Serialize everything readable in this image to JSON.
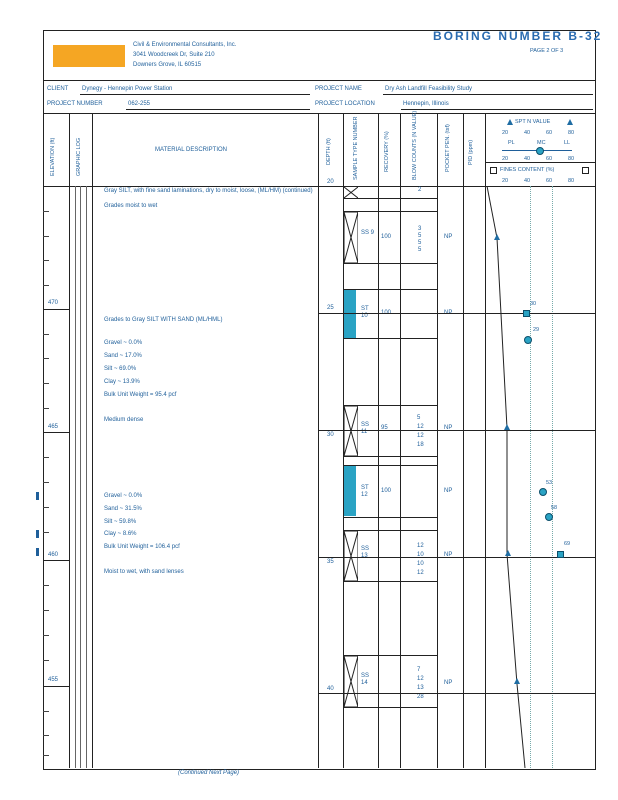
{
  "header": {
    "company_lines": [
      "Civil & Environmental Consultants, Inc.",
      "3041 Woodcreek Dr, Suite 210",
      "Downers Grove, IL 60515"
    ],
    "title": "BORING NUMBER B-32",
    "page_label": "PAGE 2 OF 3",
    "logo_color": "#f5a623"
  },
  "project_info": {
    "client_label": "CLIENT",
    "client_value": "Dynegy - Hennepin Power Station",
    "project_name_label": "PROJECT NAME",
    "project_name_value": "Dry Ash Landfill Feasibility Study",
    "project_number_label": "PROJECT NUMBER",
    "project_number_value": "062-255",
    "project_location_label": "PROJECT LOCATION",
    "project_location_value": "Hennepin, Illinois"
  },
  "columns": {
    "elevation": "ELEVATION (ft)",
    "graphic_log": "GRAPHIC LOG",
    "material": "MATERIAL DESCRIPTION",
    "depth": "DEPTH (ft)",
    "sample_type": "SAMPLE TYPE NUMBER",
    "recovery": "RECOVERY (%)",
    "blow_counts": "BLOW COUNTS (N VALUE)",
    "pocket_pen": "POCKET PEN. (tsf)",
    "pid": "PID (ppm)",
    "spt_label": "SPT N VALUE",
    "pl": "PL",
    "mc": "MC",
    "ll": "LL",
    "fines_label": "FINES CONTENT (%)",
    "scale_ticks": [
      "20",
      "40",
      "60",
      "80"
    ]
  },
  "depth_start": "20",
  "elevation_labels": [
    "470",
    "465",
    "460",
    "455"
  ],
  "depth_labels": [
    "25",
    "30",
    "35",
    "40"
  ],
  "descriptions": [
    "Gray SILT, with fine sand laminations, dry to moist, loose, (ML/HM) (continued)",
    "Grades moist to wet",
    "Grades to Gray SILT WITH SAND (ML/HML)",
    "Gravel ~ 0.0%",
    "Sand ~ 17.0%",
    "Silt ~ 69.0%",
    "Clay ~ 13.9%",
    "Bulk Unit Weight = 95.4 pcf",
    "Medium dense",
    "Gravel ~ 0.0%",
    "Sand ~ 31.5%",
    "Silt ~ 59.8%",
    "Clay ~ 8.6%",
    "Bulk Unit Weight = 106.4 pcf",
    "Moist to wet, with sand lenses"
  ],
  "samples": [
    {
      "id": "SS 9",
      "recovery": "100",
      "blows": [
        "3",
        "5",
        "5",
        "5"
      ],
      "pp": "NP"
    },
    {
      "id": "ST 10",
      "recovery": "100",
      "blows": [],
      "pp": "NP"
    },
    {
      "id": "SS 11",
      "recovery": "95",
      "blows": [
        "5",
        "12",
        "12",
        "18"
      ],
      "pp": "NP"
    },
    {
      "id": "ST 12",
      "recovery": "100",
      "blows": [],
      "pp": "NP"
    },
    {
      "id": "SS 13",
      "recovery": "",
      "blows": [
        "12",
        "10",
        "10",
        "12"
      ],
      "pp": "NP"
    },
    {
      "id": "SS 14",
      "recovery": "",
      "blows": [
        "7",
        "12",
        "13",
        "28"
      ],
      "pp": "NP"
    }
  ],
  "top_blow": "2",
  "moisture_values": [
    "30",
    "29",
    "53",
    "58",
    "69"
  ],
  "footer": "(Continued Next Page)"
}
